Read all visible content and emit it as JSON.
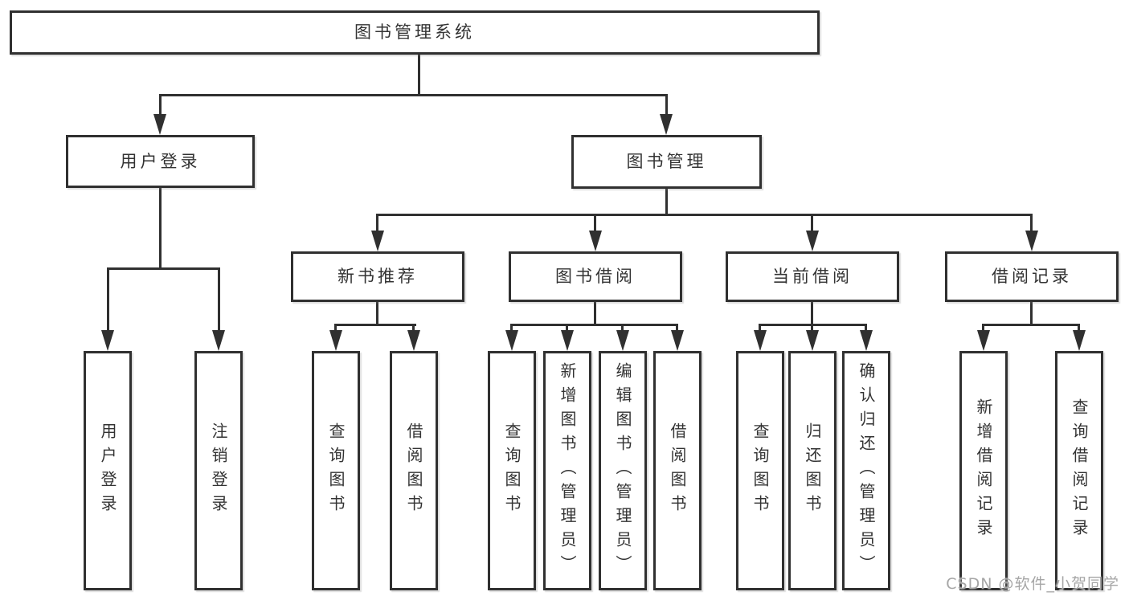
{
  "colors": {
    "line": "#303030",
    "box_background": "#ffffff",
    "text": "#333333",
    "watermark": "#a6a6a6"
  },
  "watermark": {
    "text": "CSDN @软件_小贺同学"
  },
  "tree": {
    "root": {
      "label": "图书管理系统",
      "children": [
        {
          "label": "用户登录",
          "children": [
            {
              "label": "用户登录"
            },
            {
              "label": "注销登录"
            }
          ]
        },
        {
          "label": "图书管理",
          "children": [
            {
              "label": "新书推荐",
              "children": [
                {
                  "label": "查询图书"
                },
                {
                  "label": "借阅图书"
                }
              ]
            },
            {
              "label": "图书借阅",
              "children": [
                {
                  "label": "查询图书"
                },
                {
                  "label": "新增图书（管理员）"
                },
                {
                  "label": "编辑图书（管理员）"
                },
                {
                  "label": "借阅图书"
                }
              ]
            },
            {
              "label": "当前借阅",
              "children": [
                {
                  "label": "查询图书"
                },
                {
                  "label": "归还图书"
                },
                {
                  "label": "确认归还（管理员）"
                }
              ]
            },
            {
              "label": "借阅记录",
              "children": [
                {
                  "label": "新增借阅记录"
                },
                {
                  "label": "查询借阅记录"
                }
              ]
            }
          ]
        }
      ]
    }
  }
}
